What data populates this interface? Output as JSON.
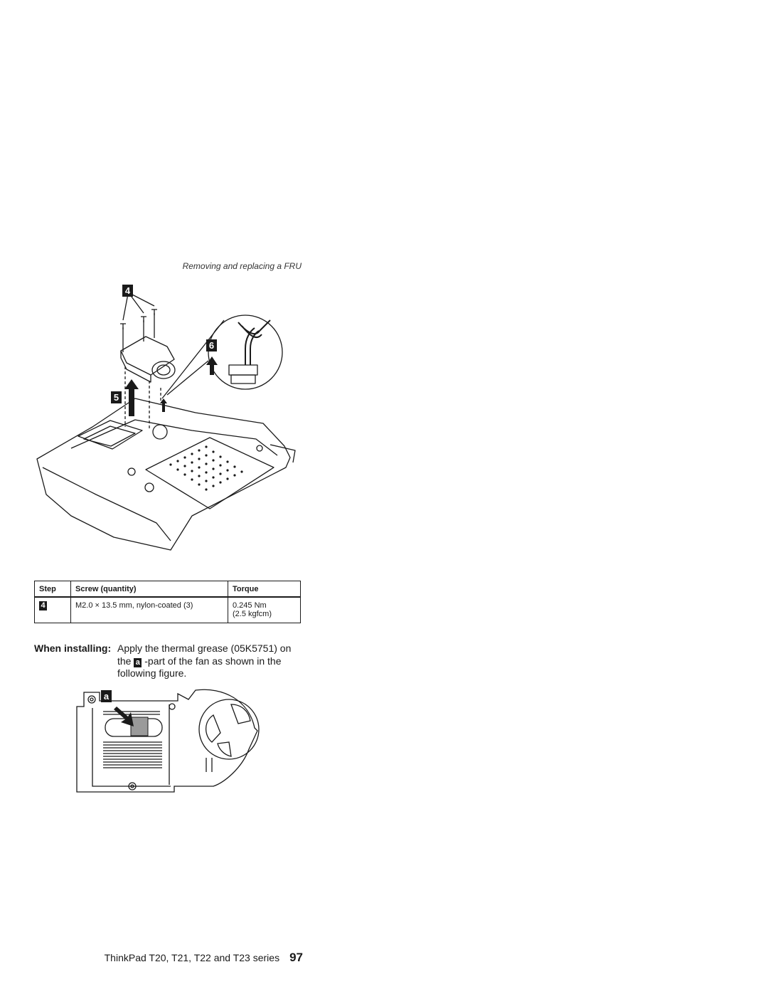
{
  "header": {
    "section": "Removing and replacing a FRU"
  },
  "figure1": {
    "callouts": [
      "4",
      "5",
      "6"
    ]
  },
  "screw_table": {
    "headers": [
      "Step",
      "Screw (quantity)",
      "Torque"
    ],
    "rows": [
      {
        "step": "4",
        "screw": "M2.0 × 13.5 mm, nylon-coated (3)",
        "torque_nm": "0.245 Nm",
        "torque_kgf": "(2.5 kgfcm)"
      }
    ]
  },
  "install_note": {
    "label": "When installing:",
    "text_part1": "Apply the thermal grease (05K5751) on the",
    "callout": "a",
    "text_part2": "-part of the fan as shown in the following figure."
  },
  "figure2": {
    "callout": "a"
  },
  "footer": {
    "series": "ThinkPad T20, T21, T22 and T23 series",
    "page": "97"
  },
  "colors": {
    "ink": "#1a1a1a",
    "grease": "#9a9a9a"
  }
}
